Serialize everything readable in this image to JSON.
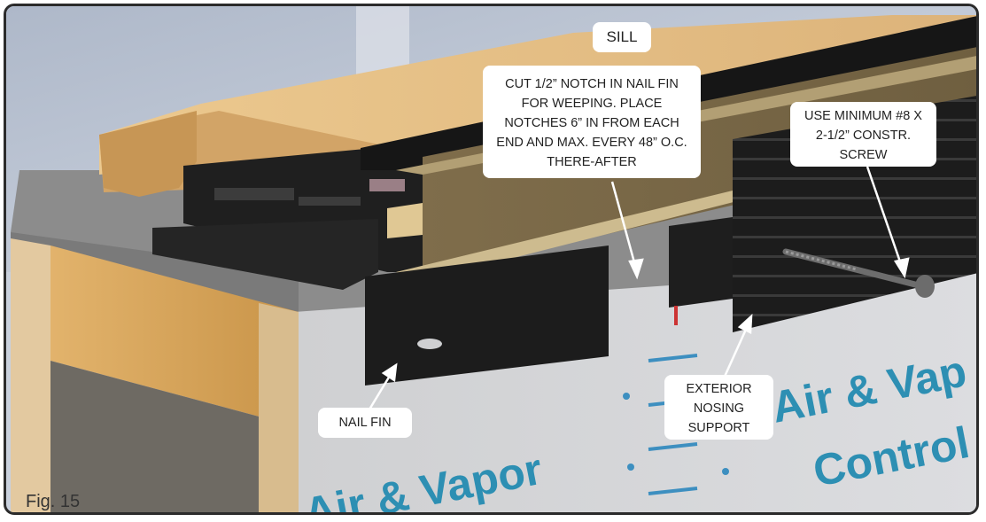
{
  "figure_label": "Fig. 15",
  "callouts": {
    "sill": "SILL",
    "notch": "CUT 1/2” NOTCH IN NAIL FIN FOR WEEPING. PLACE NOTCHES 6” IN FROM EACH END AND MAX. EVERY 48” O.C. THERE-AFTER",
    "screw": "USE MINIMUM #8 X 2-1/2” CONSTR. SCREW",
    "nail_fin": "NAIL FIN",
    "nosing": "EXTERIOR NOSING SUPPORT"
  },
  "membrane_text": {
    "line1": "Air & Vap",
    "line2": "Control",
    "lower": "Air & Vapor"
  },
  "colors": {
    "wood": "#d9a55a",
    "membrane": "#d3d4d5",
    "membrane_text": "#2d8fb3",
    "frame_black": "#1e1e1e",
    "sill_tan": "#8c7a55",
    "sky": "#c3ccdb"
  }
}
